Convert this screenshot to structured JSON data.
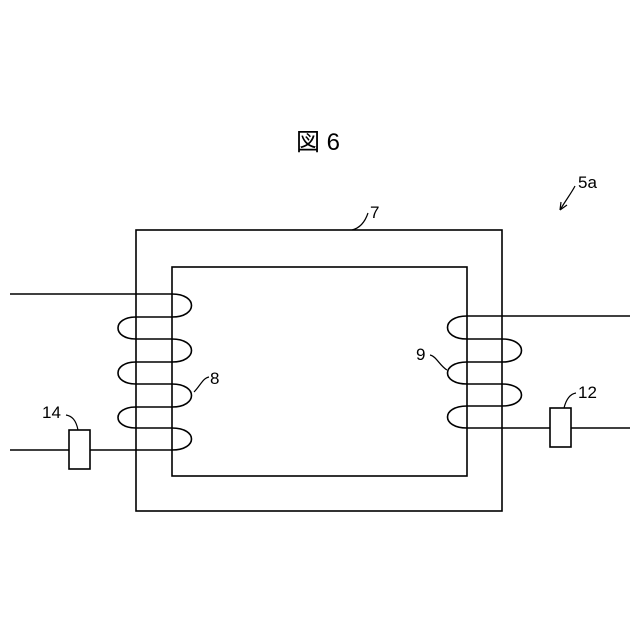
{
  "figure": {
    "title": "図 6",
    "labels": {
      "assembly": "5a",
      "core": "7",
      "primary_coil": "8",
      "secondary_coil": "9",
      "right_device": "12",
      "left_device": "14"
    }
  }
}
